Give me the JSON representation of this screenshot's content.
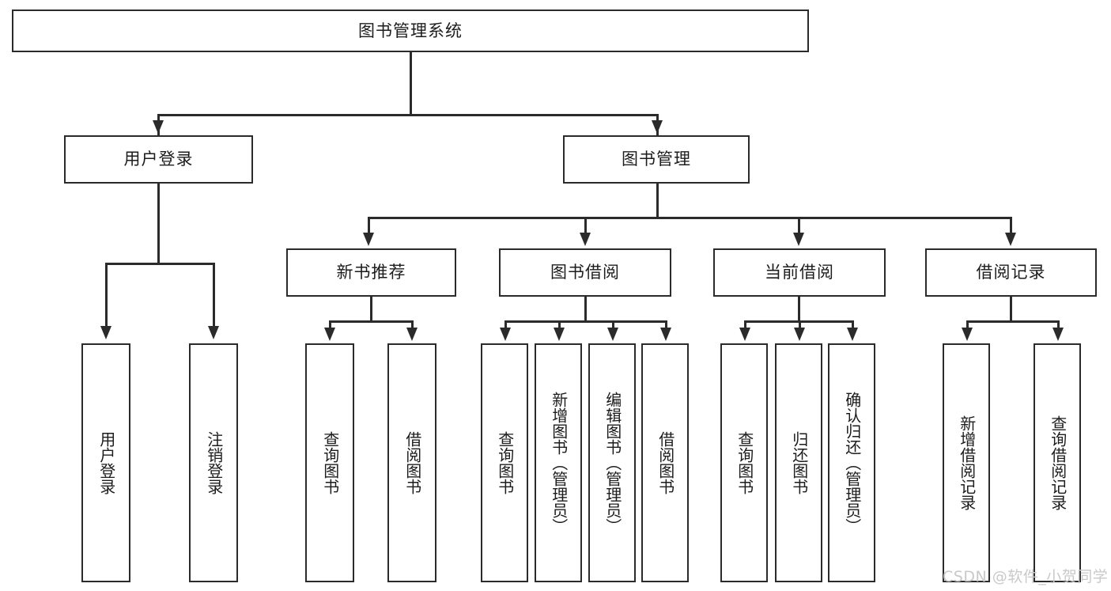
{
  "diagram": {
    "title": "图书管理系统",
    "type": "hierarchy-tree",
    "root": {
      "label": "图书管理系统"
    },
    "level2": [
      {
        "label": "用户登录"
      },
      {
        "label": "图书管理"
      }
    ],
    "level3": [
      {
        "label": "新书推荐"
      },
      {
        "label": "图书借阅"
      },
      {
        "label": "当前借阅"
      },
      {
        "label": "借阅记录"
      }
    ],
    "leaves": {
      "user_login": [
        {
          "label": "用户登录"
        },
        {
          "label": "注销登录"
        }
      ],
      "new_book_recommend": [
        {
          "label": "查询图书"
        },
        {
          "label": "借阅图书"
        }
      ],
      "book_borrow": [
        {
          "label": "查询图书"
        },
        {
          "label": "新增图书（管理员）"
        },
        {
          "label": "编辑图书（管理员）"
        },
        {
          "label": "借阅图书"
        }
      ],
      "current_borrow": [
        {
          "label": "查询图书"
        },
        {
          "label": "归还图书"
        },
        {
          "label": "确认归还（管理员）"
        }
      ],
      "borrow_record": [
        {
          "label": "新增借阅记录"
        },
        {
          "label": "查询借阅记录"
        }
      ]
    }
  },
  "watermark": {
    "text": "CSDN @软件_小贺同学"
  },
  "colors": {
    "stroke": "#2b2b2b",
    "text": "#1c1c1c",
    "background": "#ffffff",
    "watermark": "#c9c9c9"
  }
}
